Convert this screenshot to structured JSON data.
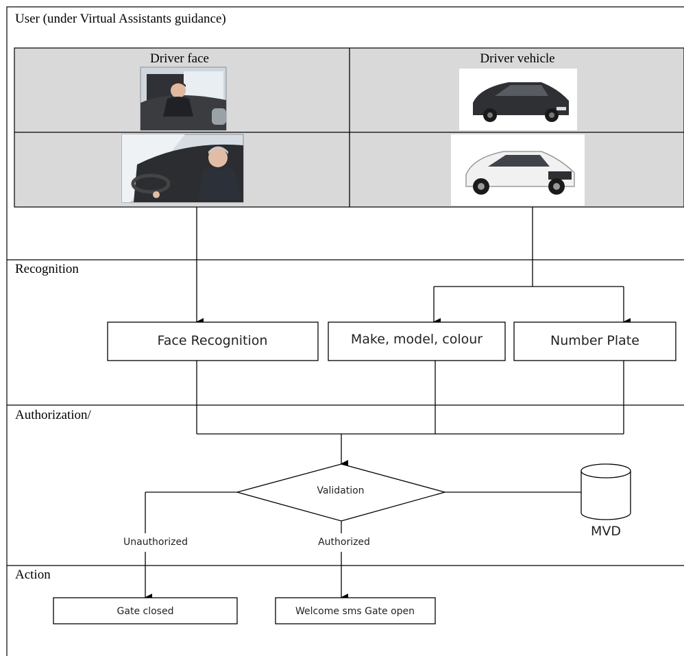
{
  "lanes": {
    "user": "User (under Virtual Assistants guidance)",
    "recognition": "Recognition",
    "authorization": "Authorization/",
    "action": "Action"
  },
  "inputs": {
    "driver_face_title": "Driver face",
    "driver_vehicle_title": "Driver vehicle"
  },
  "recognition_steps": {
    "face": "Face Recognition",
    "make_model": "Make, model, colour",
    "plate": "Number Plate"
  },
  "decision": {
    "label": "Validation",
    "database": "MVD",
    "unauthorized": "Unauthorized",
    "authorized": "Authorized"
  },
  "actions": {
    "gate_closed": "Gate closed",
    "welcome": "Welcome sms Gate open"
  },
  "colors": {
    "grid_fill": "#d9d9d9",
    "line": "#000000"
  }
}
